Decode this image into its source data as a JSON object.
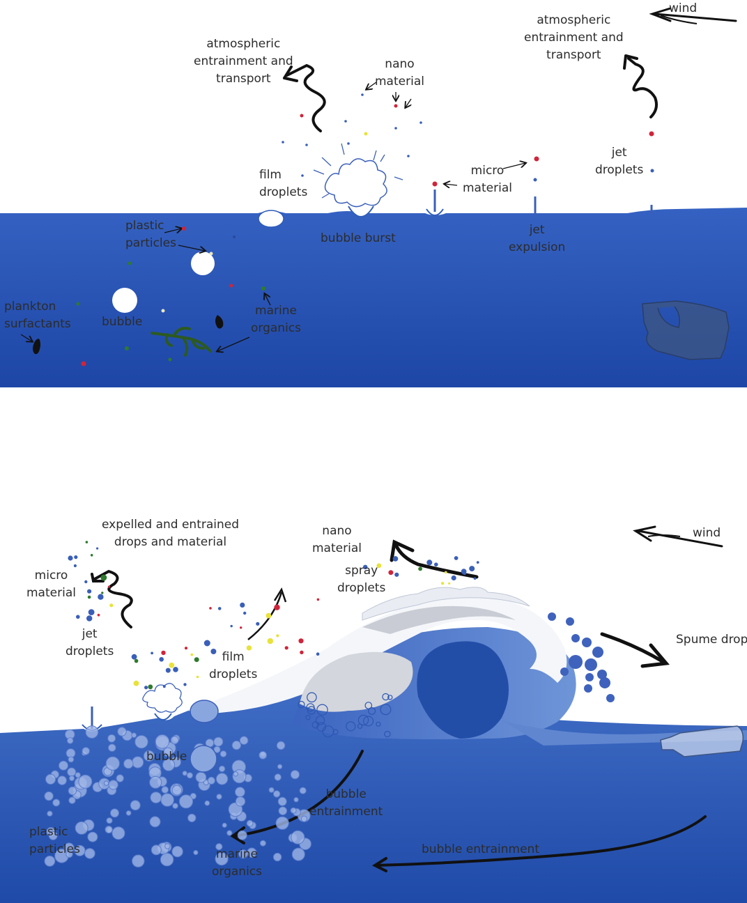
{
  "panel_top": {
    "labels": {
      "wind": "wind",
      "atm_right": "atmospheric\nentrainment and\ntransport",
      "atm_left": "atmospheric\nentrainment and\ntransport",
      "nano": "nano\nmaterial",
      "film": "film\ndroplets",
      "micro": "micro\nmaterial",
      "jet_droplets": "jet\ndroplets",
      "plastic": "plastic\nparticles",
      "bubble_burst": "bubble burst",
      "jet_expulsion": "jet\nexpulsion",
      "plankton": "plankton\nsurfactants",
      "bubble": "bubble",
      "marine": "marine\norganics"
    }
  },
  "panel_bottom": {
    "labels": {
      "expelled": "expelled and entrained\ndrops and material",
      "nano": "nano\nmaterial",
      "wind": "wind",
      "micro": "micro\nmaterial",
      "spray": "spray\ndroplets",
      "spume": "Spume drops",
      "jet_droplets": "jet\ndroplets",
      "film": "film\ndroplets",
      "bubble": "bubble",
      "bubble_entrainment_1": "bubble\nentrainment",
      "plastic": "plastic\nparticles",
      "marine": "marine\norganics",
      "bubble_entrainment_2": "bubble entrainment"
    }
  },
  "colors": {
    "sea_top": "#2f5dba",
    "sea_deep": "#1e48a8",
    "foam": "#ffffff",
    "particle_red": "#d0243a",
    "particle_green": "#2e7a2e",
    "particle_yellow": "#e8e23a",
    "droplet_blue": "#3a5fb8",
    "text": "#2c2c2c"
  }
}
